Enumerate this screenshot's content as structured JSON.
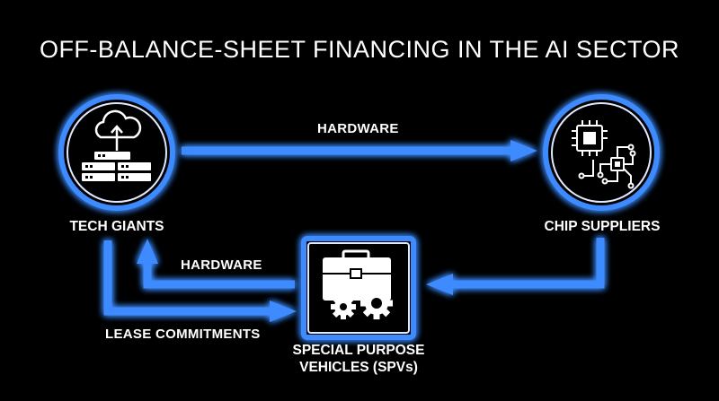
{
  "title": "OFF-BALANCE-SHEET FINANCING IN THE AI SECTOR",
  "nodes": {
    "tech_giants": {
      "label": "TECH GIANTS",
      "icon": "cloud-server-icon"
    },
    "chip_suppliers": {
      "label": "CHIP SUPPLIERS",
      "icon": "chip-circuit-icon"
    },
    "spv": {
      "label_line1": "SPECIAL PURPOSE",
      "label_line2": "VEHICLES (SPVs)",
      "icon": "briefcase-gears-icon"
    }
  },
  "edges": {
    "top_label": "HARDWARE",
    "spv_to_tech_label": "HARDWARE",
    "tech_to_spv_label": "LEASE COMMITMENTS"
  },
  "colors": {
    "background": "#000000",
    "arrow": "#3d8bff",
    "glow": "#1e6bff",
    "text": "#ffffff"
  }
}
